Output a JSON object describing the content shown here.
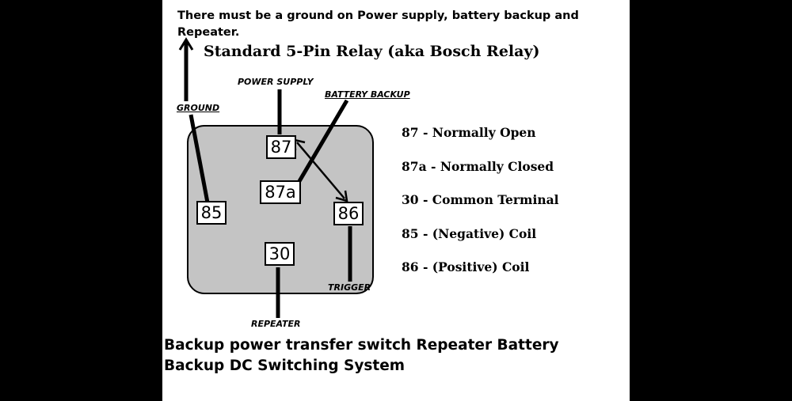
{
  "note": "There must be a ground on Power supply, battery backup and Repeater.",
  "title": "Standard 5-Pin Relay (aka Bosch Relay)",
  "wire_labels": {
    "power_supply": "POWER SUPPLY",
    "battery_backup": "BATTERY BACKUP",
    "ground": "GROUND",
    "trigger": "TRIGGER",
    "repeater": "REPEATER"
  },
  "pins": {
    "p87": "87",
    "p87a": "87a",
    "p85": "85",
    "p86": "86",
    "p30": "30"
  },
  "legend": [
    "87 - Normally Open",
    "87a - Normally Closed",
    "30 - Common Terminal",
    "85 - (Negative) Coil",
    "86 - (Positive) Coil"
  ],
  "caption": "Backup power transfer switch Repeater Battery Backup DC Switching System",
  "colors": {
    "relay_body": "#c4c4c4",
    "background": "#000000",
    "panel": "#ffffff"
  }
}
